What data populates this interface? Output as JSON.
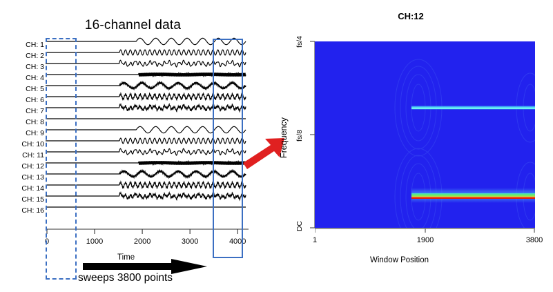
{
  "left": {
    "title": "16-channel data",
    "channels": [
      {
        "label": "CH: 1"
      },
      {
        "label": "CH: 2"
      },
      {
        "label": "CH: 3"
      },
      {
        "label": "CH: 4"
      },
      {
        "label": "CH: 5"
      },
      {
        "label": "CH: 6"
      },
      {
        "label": "CH: 7"
      },
      {
        "label": "CH: 8"
      },
      {
        "label": "CH: 9"
      },
      {
        "label": "CH: 10"
      },
      {
        "label": "CH: 11"
      },
      {
        "label": "CH: 12"
      },
      {
        "label": "CH: 13"
      },
      {
        "label": "CH: 14"
      },
      {
        "label": "CH: 15"
      },
      {
        "label": "CH: 16"
      }
    ],
    "x_ticks": [
      "0",
      "1000",
      "2000",
      "3000",
      "4000"
    ],
    "x_axis_label": "Time",
    "sweeps_label": "sweeps 3800 points",
    "highlight_color": "#3b6fc2",
    "arrow_color": "#e02020"
  },
  "right": {
    "title": "CH:12",
    "y_axis_label": "Frequency",
    "y_ticks": [
      "fs/4",
      "fs/8",
      "DC"
    ],
    "x_ticks": [
      "1",
      "1900",
      "3800"
    ],
    "x_axis_label": "Window Position",
    "background_color": "#2222ee"
  },
  "chart_data": [
    {
      "type": "line",
      "title": "16-channel data",
      "xlabel": "Time",
      "ylabel": "",
      "xlim": [
        0,
        4200
      ],
      "x_ticks": [
        0,
        1000,
        2000,
        3000,
        4000
      ],
      "grid": false,
      "legend": "none",
      "annotations": [
        "sweeps 3800 points"
      ],
      "series": [
        {
          "name": "CH: 1",
          "onset": 1900,
          "freq_cycles": 7,
          "amplitude": 0.9,
          "modulation": "none"
        },
        {
          "name": "CH: 2",
          "onset": 1550,
          "freq_cycles": 26,
          "amplitude": 0.75,
          "modulation": "none"
        },
        {
          "name": "CH: 3",
          "onset": 1550,
          "freq_cycles": 26,
          "amplitude": 0.75,
          "modulation": "beat"
        },
        {
          "name": "CH: 4",
          "onset": 1950,
          "freq_cycles": 110,
          "amplitude": 0.55,
          "modulation": "none"
        },
        {
          "name": "CH: 5",
          "onset": 1550,
          "freq_cycles": 7,
          "amplitude": 0.9,
          "modulation": "carrier"
        },
        {
          "name": "CH: 6",
          "onset": 1550,
          "freq_cycles": 26,
          "amplitude": 0.8,
          "modulation": "carrier"
        },
        {
          "name": "CH: 7",
          "onset": 1550,
          "freq_cycles": 26,
          "amplitude": 0.8,
          "modulation": "beat-carrier"
        },
        {
          "name": "CH: 8",
          "onset": 4200,
          "freq_cycles": 0,
          "amplitude": 0.0,
          "modulation": "flat"
        },
        {
          "name": "CH: 9",
          "onset": 1900,
          "freq_cycles": 7,
          "amplitude": 0.9,
          "modulation": "none"
        },
        {
          "name": "CH: 10",
          "onset": 1550,
          "freq_cycles": 26,
          "amplitude": 0.75,
          "modulation": "none"
        },
        {
          "name": "CH: 11",
          "onset": 1550,
          "freq_cycles": 26,
          "amplitude": 0.75,
          "modulation": "beat"
        },
        {
          "name": "CH: 12",
          "onset": 1950,
          "freq_cycles": 110,
          "amplitude": 0.55,
          "modulation": "none"
        },
        {
          "name": "CH: 13",
          "onset": 1550,
          "freq_cycles": 7,
          "amplitude": 0.9,
          "modulation": "carrier"
        },
        {
          "name": "CH: 14",
          "onset": 1550,
          "freq_cycles": 26,
          "amplitude": 0.8,
          "modulation": "carrier"
        },
        {
          "name": "CH: 15",
          "onset": 1550,
          "freq_cycles": 26,
          "amplitude": 0.8,
          "modulation": "beat-carrier"
        },
        {
          "name": "CH: 16",
          "onset": 4200,
          "freq_cycles": 0,
          "amplitude": 0.0,
          "modulation": "flat"
        }
      ]
    },
    {
      "type": "heatmap",
      "title": "CH:12",
      "xlabel": "Window Position",
      "ylabel": "Frequency",
      "x_ticks": [
        1,
        1900,
        3800
      ],
      "y_ticks": [
        "DC",
        "fs/8",
        "fs/4"
      ],
      "xlim": [
        1,
        3800
      ],
      "colormap": "jet",
      "background_value": "low",
      "features": [
        {
          "name": "high-frequency band",
          "frequency": "~0.18 fs",
          "x_start": 1800,
          "x_end": 3800,
          "intensity": "medium",
          "color": "#5fe9f2"
        },
        {
          "name": "low-frequency band",
          "frequency": "~0.04 fs",
          "x_start": 1800,
          "x_end": 3800,
          "intensity": "high",
          "color": "#f22c10"
        }
      ]
    }
  ]
}
